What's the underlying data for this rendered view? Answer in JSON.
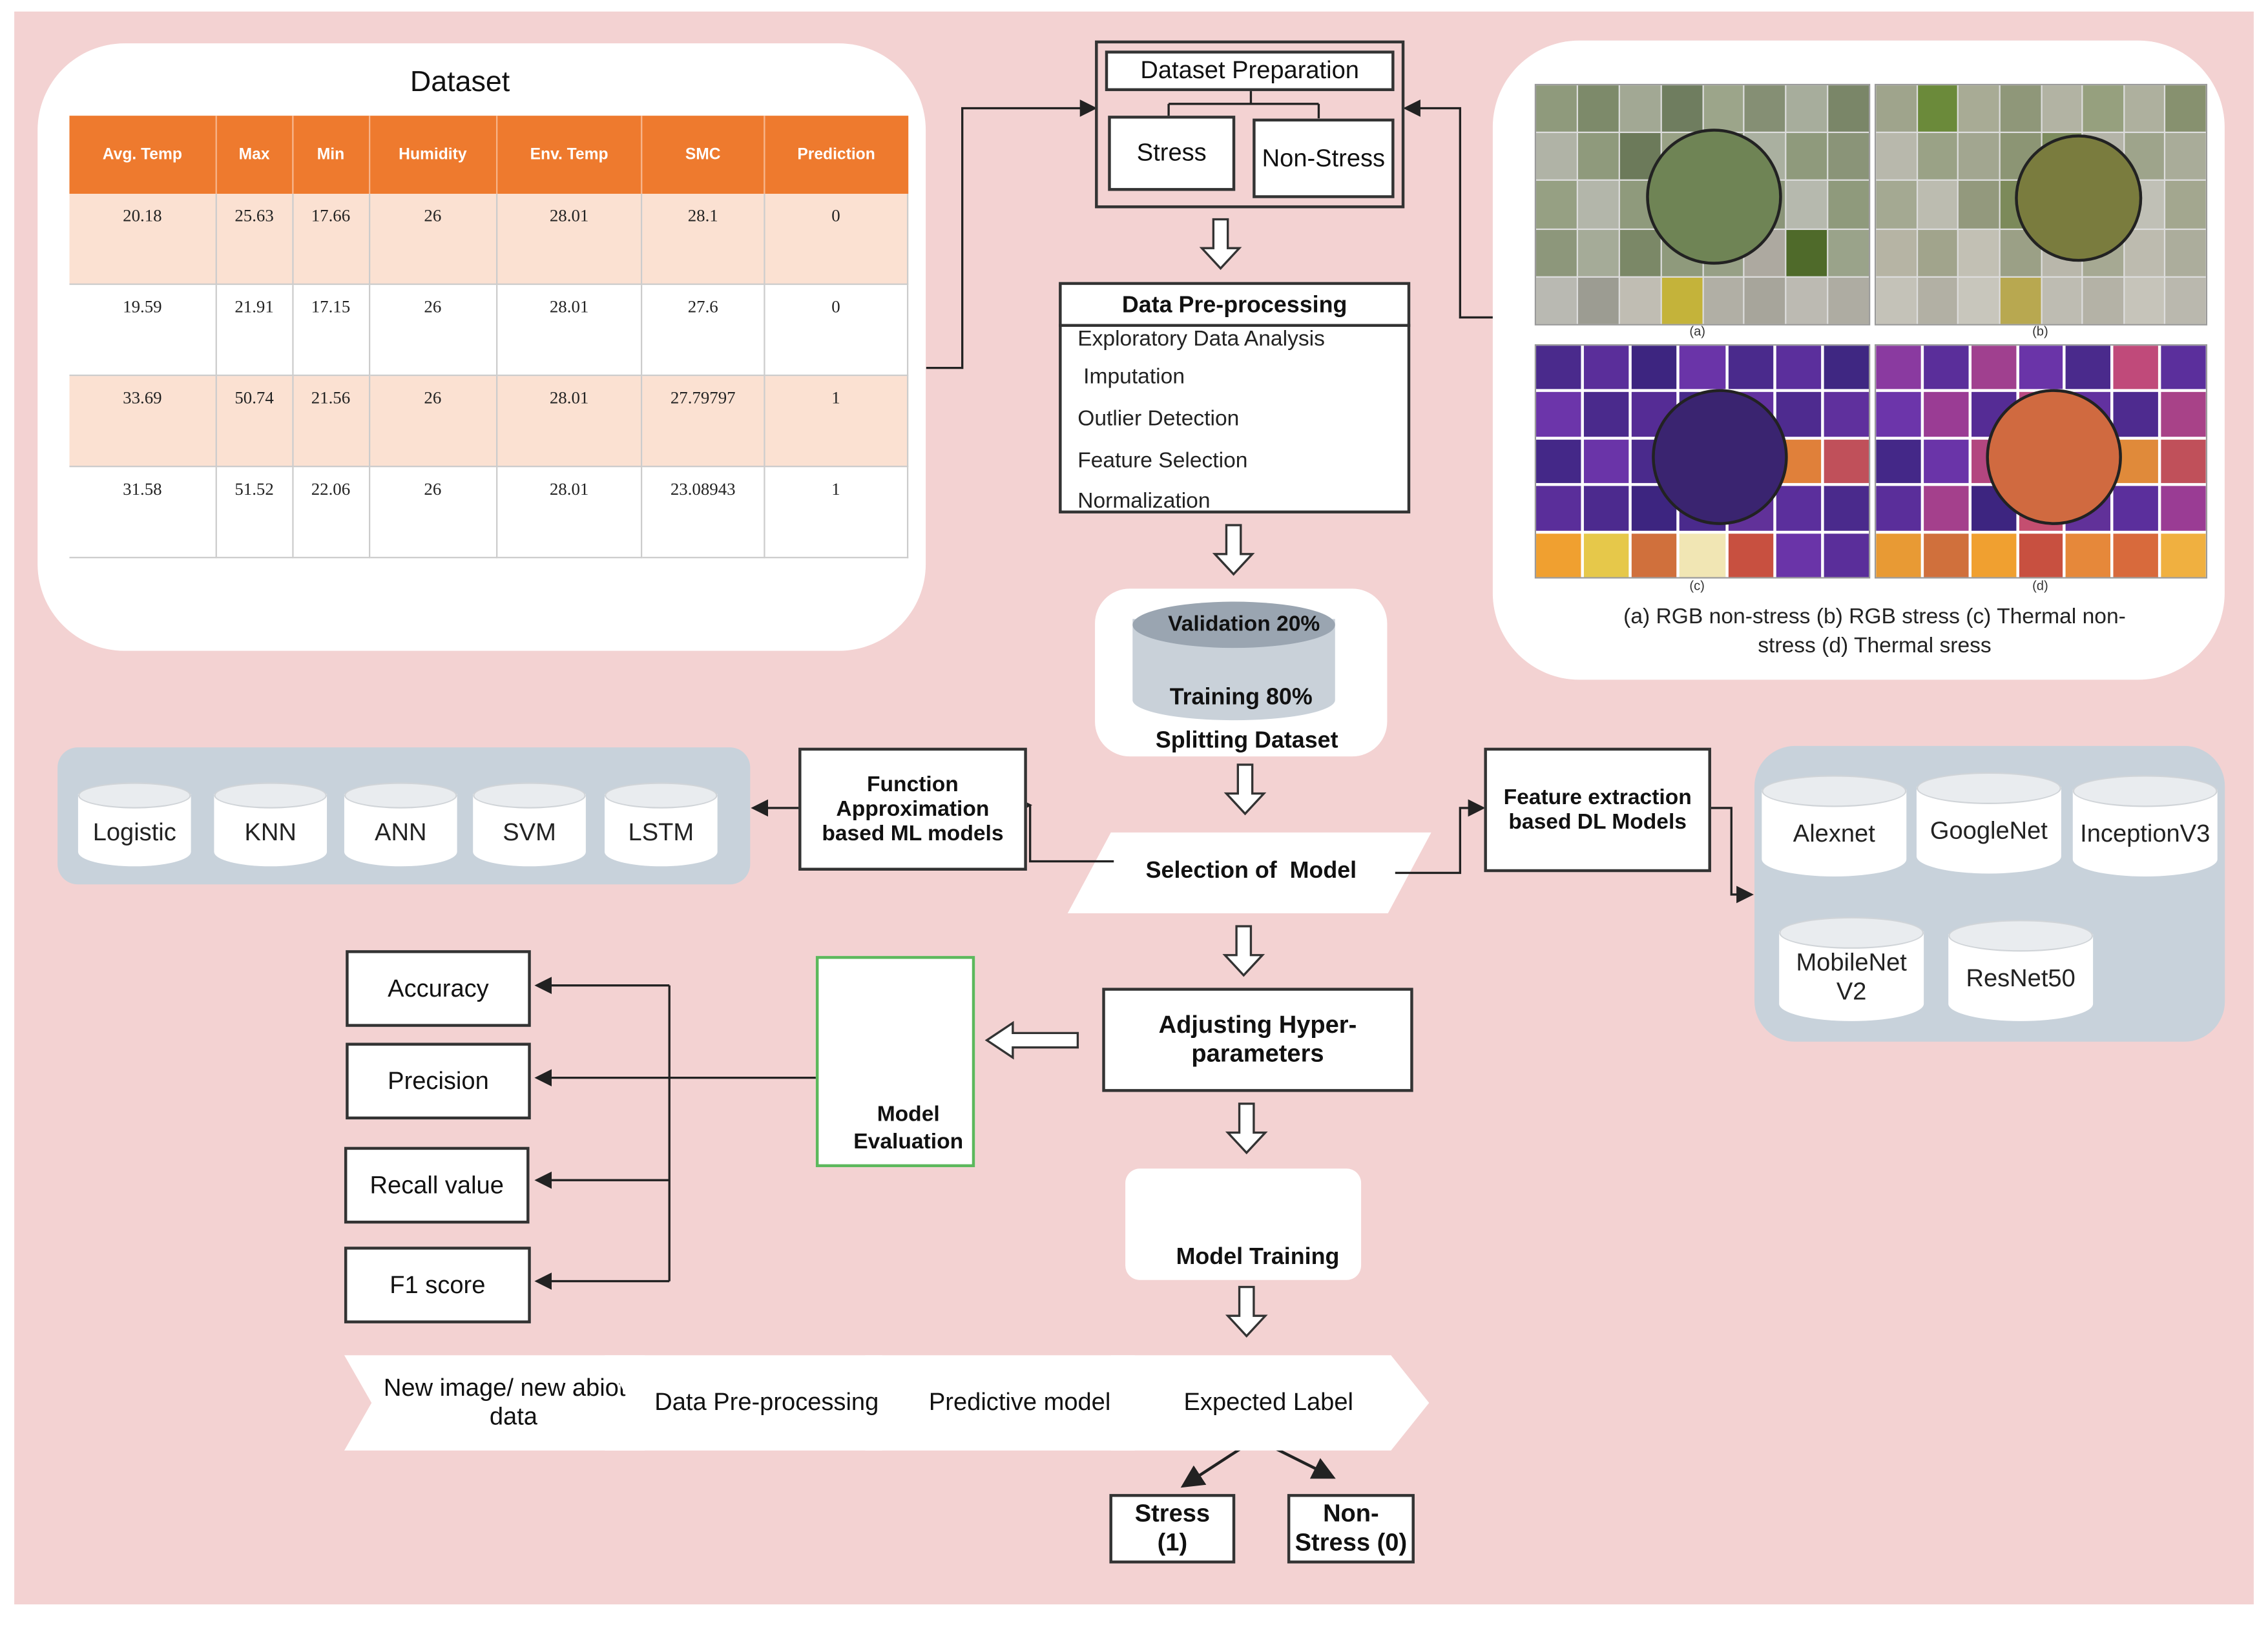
{
  "colors": {
    "background": "#f3d2d2",
    "table_header": "#ee7a2e",
    "table_row_alt": "#fbe1d2",
    "model_panel": "#c8d2db",
    "evaluation_border": "#5cb85c"
  },
  "dataset": {
    "title": "Dataset",
    "columns": [
      "Avg. Temp",
      "Max",
      "Min",
      "Humidity",
      "Env. Temp",
      "SMC",
      "Prediction"
    ],
    "rows": [
      [
        "20.18",
        "25.63",
        "17.66",
        "26",
        "28.01",
        "28.1",
        "0"
      ],
      [
        "19.59",
        "21.91",
        "17.15",
        "26",
        "28.01",
        "27.6",
        "0"
      ],
      [
        "33.69",
        "50.74",
        "21.56",
        "26",
        "28.01",
        "27.79797",
        "1"
      ],
      [
        "31.58",
        "51.52",
        "22.06",
        "26",
        "28.01",
        "23.08943",
        "1"
      ]
    ]
  },
  "preparation": {
    "title": "Dataset Preparation",
    "stress": "Stress",
    "non_stress": "Non-Stress"
  },
  "preprocessing": {
    "title": "Data Pre-processing",
    "steps": [
      "Exploratory Data Analysis",
      "Imputation",
      "Outlier Detection",
      "Feature Selection",
      "Normalization"
    ]
  },
  "images": {
    "sub_a": "(a)",
    "sub_b": "(b)",
    "sub_c": "(c)",
    "sub_d": "(d)",
    "caption_line1": "(a) RGB non-stress  (b) RGB stress  (c) Thermal non-",
    "caption_line2": "stress   (d) Thermal sress"
  },
  "split": {
    "validation": "Validation 20%",
    "training": "Training 80%",
    "label": "Splitting Dataset"
  },
  "ml": {
    "label": "Function Approximation based ML models",
    "models": [
      "Logistic",
      "KNN",
      "ANN",
      "SVM",
      "LSTM"
    ]
  },
  "dl": {
    "label": "Feature extraction based DL Models",
    "models": [
      "Alexnet",
      "GoogleNet",
      "InceptionV3",
      "MobileNet V2",
      "ResNet50"
    ]
  },
  "selection": "Selection of  Model",
  "hyper": "Adjusting Hyper-parameters",
  "evaluation": {
    "label": "Model Evaluation",
    "icon": "checklist-magnifier-icon"
  },
  "metrics": [
    "Accuracy",
    "Precision",
    "Recall value",
    "F1 score"
  ],
  "training": {
    "label": "Model Training",
    "icon": "gears-icon"
  },
  "pipeline": [
    "New image/ new abiotic data",
    "Data Pre-processing",
    "Predictive model",
    "Expected Label"
  ],
  "outputs": {
    "stress": "Stress (1)",
    "non_stress": "Non-Stress (0)"
  }
}
